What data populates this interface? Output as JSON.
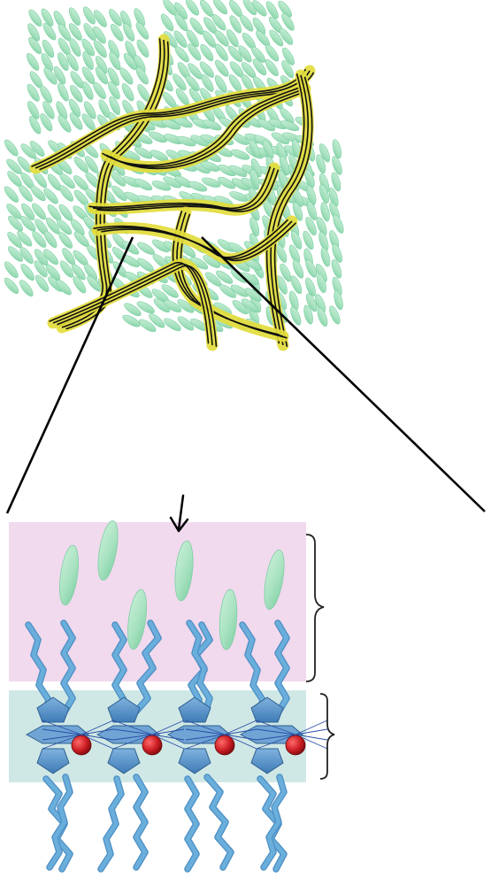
{
  "diagram": {
    "colors": {
      "background": "#ffffff",
      "mesogen_fill": "#a8e2c0",
      "mesogen_shade": "#7ccfa3",
      "fiber_fill": "#e3dc3c",
      "fiber_line": "#111111",
      "alkyl_chain": "#6aaedc",
      "alkyl_chain_dark": "#4c8ec2",
      "aromatic_core": "#5e95c9",
      "metal_ion": "#cc1e24",
      "lc_band": "#f1d9ee",
      "core_band": "#cfe8e6",
      "bracket": "#222222",
      "zoom_line": "#000000"
    },
    "icons": [
      "mesogen-ellipsoid",
      "fiber-bundle",
      "alkyl-chain",
      "aromatic-ring",
      "metal-ion",
      "down-arrow",
      "curly-brace"
    ]
  }
}
